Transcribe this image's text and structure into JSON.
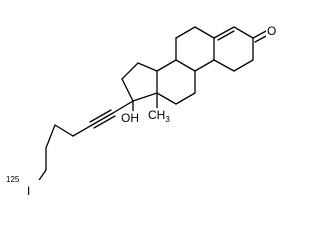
{
  "molecule": {
    "atom_labels": {
      "carbonyl_oxygen": "O",
      "hydroxyl": "OH",
      "methyl": "CH",
      "methyl_sub": "3",
      "iodine": "I",
      "isotope": "125"
    }
  }
}
